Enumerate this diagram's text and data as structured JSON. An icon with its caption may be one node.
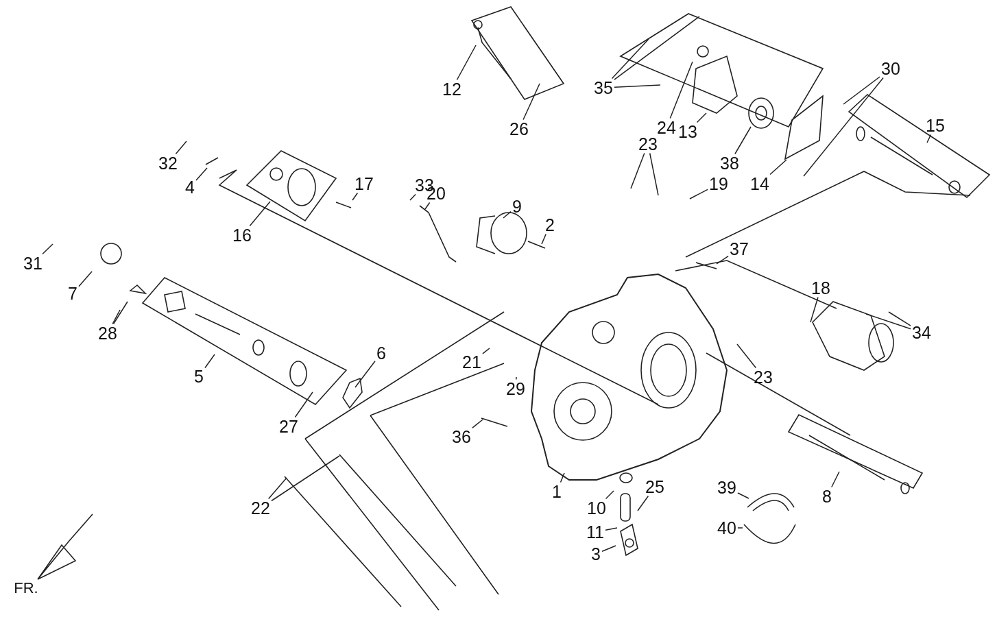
{
  "diagram": {
    "nodes": [
      {
        "text": [
          "12"
        ]
      },
      {
        "text": [
          "35"
        ]
      },
      {
        "text": [
          "30"
        ]
      },
      {
        "text": [
          "26"
        ]
      },
      {
        "text": [
          "24"
        ]
      },
      {
        "text": [
          "13"
        ]
      },
      {
        "text": [
          "15"
        ]
      },
      {
        "text": [
          "38"
        ]
      },
      {
        "text": [
          "14"
        ]
      },
      {
        "text": [
          "32"
        ]
      },
      {
        "text": [
          "23"
        ]
      },
      {
        "text": [
          "19"
        ]
      },
      {
        "text": [
          "4"
        ]
      },
      {
        "text": [
          "17"
        ]
      },
      {
        "text": [
          "33"
        ]
      },
      {
        "text": [
          "20"
        ]
      },
      {
        "text": [
          "9"
        ]
      },
      {
        "text": [
          "16"
        ]
      },
      {
        "text": [
          "2"
        ]
      },
      {
        "text": [
          "31"
        ]
      },
      {
        "text": [
          "37"
        ]
      },
      {
        "text": [
          "7"
        ]
      },
      {
        "text": [
          "18"
        ]
      },
      {
        "text": [
          "28"
        ]
      },
      {
        "text": [
          "34"
        ]
      },
      {
        "text": [
          "5"
        ]
      },
      {
        "text": [
          "6"
        ]
      },
      {
        "text": [
          "23"
        ]
      },
      {
        "text": [
          "21"
        ]
      },
      {
        "text": [
          "29"
        ]
      },
      {
        "text": [
          "27"
        ]
      },
      {
        "text": [
          "36"
        ]
      },
      {
        "text": [
          "1"
        ]
      },
      {
        "text": [
          "39"
        ]
      },
      {
        "text": [
          "8"
        ]
      },
      {
        "text": [
          "10"
        ]
      },
      {
        "text": [
          "25"
        ]
      },
      {
        "text": [
          "11"
        ]
      },
      {
        "text": [
          "22"
        ]
      },
      {
        "text": [
          "40"
        ]
      },
      {
        "text": [
          "3"
        ]
      }
    ],
    "edges": [
      {
        "from": 0,
        "to": null,
        "arrow": "none"
      },
      {
        "from": 1,
        "to": null,
        "arrow": "none"
      },
      {
        "from": 1,
        "to": null,
        "arrow": "none"
      },
      {
        "from": 1,
        "to": null,
        "arrow": "none"
      },
      {
        "from": 2,
        "to": null,
        "arrow": "none"
      },
      {
        "from": 2,
        "to": null,
        "arrow": "none"
      },
      {
        "from": 3,
        "to": null,
        "arrow": "none"
      },
      {
        "from": 4,
        "to": null,
        "arrow": "none"
      },
      {
        "from": 5,
        "to": null,
        "arrow": "none"
      },
      {
        "from": 6,
        "to": null,
        "arrow": "none"
      },
      {
        "from": 7,
        "to": null,
        "arrow": "none"
      },
      {
        "from": 8,
        "to": null,
        "arrow": "none"
      },
      {
        "from": 9,
        "to": null,
        "arrow": "none"
      },
      {
        "from": 10,
        "to": null,
        "arrow": "none"
      },
      {
        "from": 10,
        "to": null,
        "arrow": "none"
      },
      {
        "from": 11,
        "to": null,
        "arrow": "none"
      },
      {
        "from": 12,
        "to": null,
        "arrow": "none"
      },
      {
        "from": 13,
        "to": null,
        "arrow": "none"
      },
      {
        "from": 14,
        "to": null,
        "arrow": "none"
      },
      {
        "from": 15,
        "to": null,
        "arrow": "none"
      },
      {
        "from": 16,
        "to": null,
        "arrow": "none"
      },
      {
        "from": 17,
        "to": null,
        "arrow": "none"
      },
      {
        "from": 18,
        "to": null,
        "arrow": "none"
      },
      {
        "from": 19,
        "to": null,
        "arrow": "none"
      },
      {
        "from": 20,
        "to": null,
        "arrow": "none"
      },
      {
        "from": 21,
        "to": null,
        "arrow": "none"
      },
      {
        "from": 22,
        "to": null,
        "arrow": "none"
      },
      {
        "from": 23,
        "to": null,
        "arrow": "none"
      },
      {
        "from": 23,
        "to": null,
        "arrow": "none"
      },
      {
        "from": 24,
        "to": null,
        "arrow": "none"
      },
      {
        "from": 24,
        "to": null,
        "arrow": "none"
      },
      {
        "from": 25,
        "to": null,
        "arrow": "none"
      },
      {
        "from": 26,
        "to": null,
        "arrow": "none"
      },
      {
        "from": 27,
        "to": null,
        "arrow": "none"
      },
      {
        "from": 28,
        "to": null,
        "arrow": "none"
      },
      {
        "from": 29,
        "to": null,
        "arrow": "none"
      },
      {
        "from": 30,
        "to": null,
        "arrow": "none"
      },
      {
        "from": 31,
        "to": null,
        "arrow": "none"
      },
      {
        "from": 32,
        "to": null,
        "arrow": "none"
      },
      {
        "from": 33,
        "to": null,
        "arrow": "none"
      },
      {
        "from": 34,
        "to": null,
        "arrow": "none"
      },
      {
        "from": 35,
        "to": null,
        "arrow": "none"
      },
      {
        "from": 36,
        "to": null,
        "arrow": "none"
      },
      {
        "from": 37,
        "to": null,
        "arrow": "none"
      },
      {
        "from": 38,
        "to": null,
        "arrow": "none"
      },
      {
        "from": 38,
        "to": null,
        "arrow": "none"
      },
      {
        "from": 39,
        "to": null,
        "arrow": "none"
      },
      {
        "from": 40,
        "to": null,
        "arrow": "none"
      }
    ],
    "labels": [
      "FR."
    ]
  }
}
